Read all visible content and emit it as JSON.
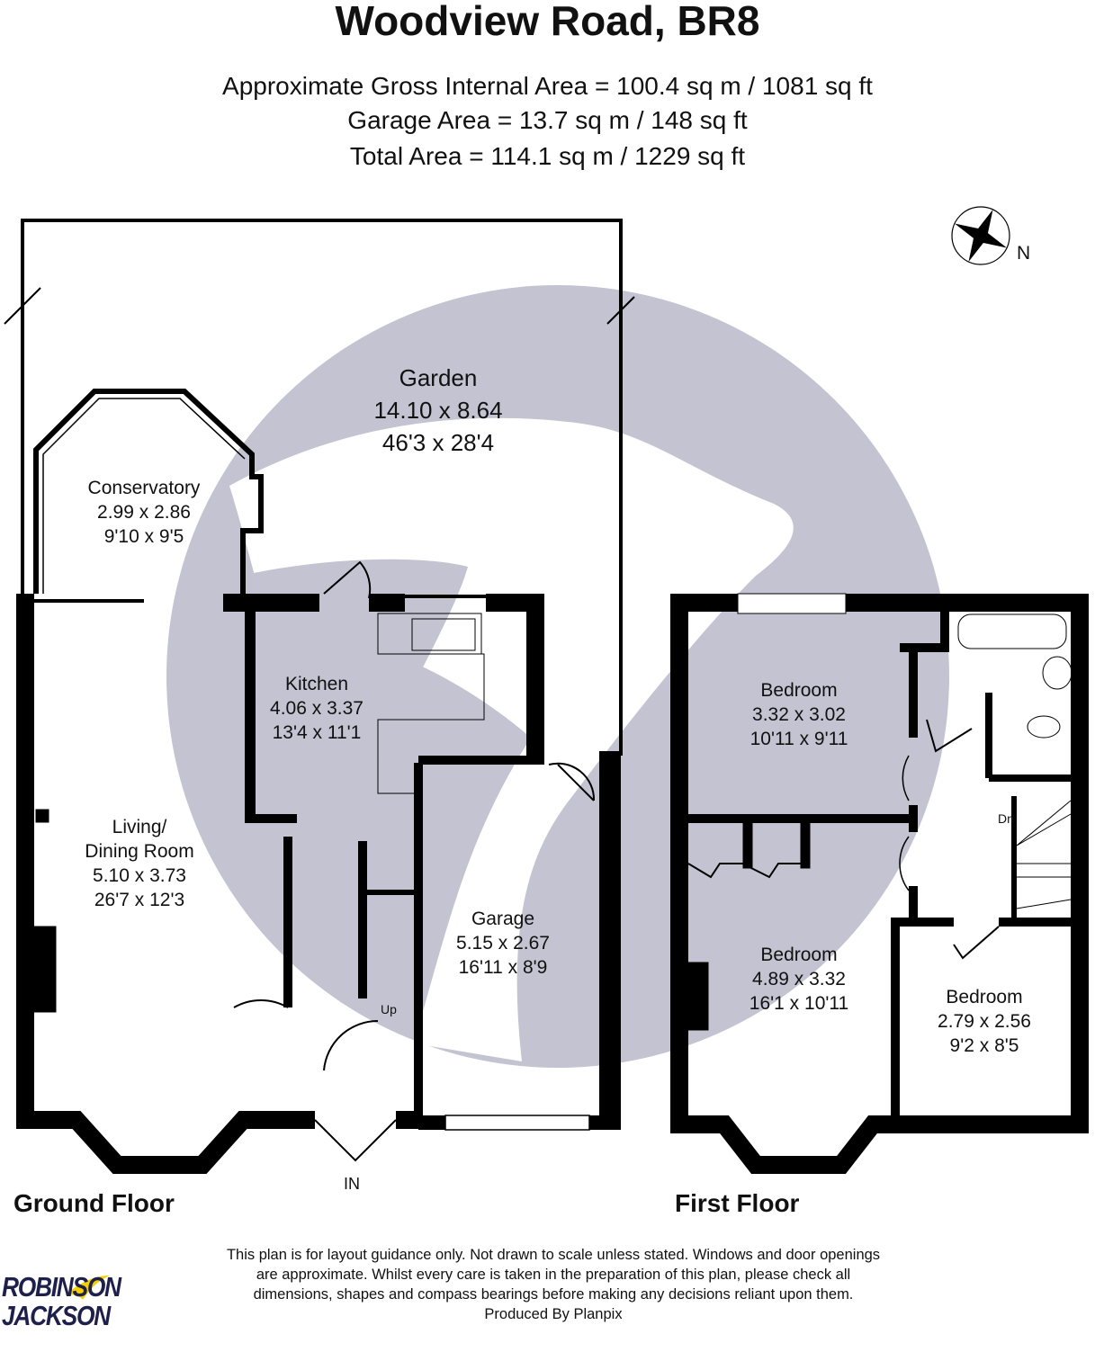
{
  "header": {
    "title": "Woodview Road, BR8",
    "areas": [
      "Approximate Gross Internal Area = 100.4 sq m / 1081 sq ft",
      "Garage Area = 13.7 sq m / 148 sq ft",
      "Total Area = 114.1 sq m / 1229 sq ft"
    ]
  },
  "compass": {
    "label": "N"
  },
  "ground_floor": {
    "label": "Ground Floor",
    "entrance": "IN",
    "stairs": "Up",
    "rooms": [
      {
        "name": "Garden",
        "metric": "14.10 x 8.64",
        "imperial": "46'3 x 28'4"
      },
      {
        "name": "Conservatory",
        "metric": "2.99 x 2.86",
        "imperial": "9'10 x 9'5"
      },
      {
        "name": "Kitchen",
        "metric": "4.06 x 3.37",
        "imperial": "13'4 x 11'1"
      },
      {
        "name": "Living/",
        "name2": "Dining Room",
        "metric": "5.10 x 3.73",
        "imperial": "26'7 x 12'3"
      },
      {
        "name": "Garage",
        "metric": "5.15 x 2.67",
        "imperial": "16'11 x 8'9"
      }
    ]
  },
  "first_floor": {
    "label": "First Floor",
    "stairs": "Dn",
    "rooms": [
      {
        "name": "Bedroom",
        "metric": "3.32 x 3.02",
        "imperial": "10'11 x 9'11"
      },
      {
        "name": "Bedroom",
        "metric": "4.89 x 3.32",
        "imperial": "16'1 x 10'11"
      },
      {
        "name": "Bedroom",
        "metric": "2.79 x 2.56",
        "imperial": "9'2 x 8'5"
      }
    ]
  },
  "footer": {
    "disclaimer": [
      "This plan is for layout guidance only. Not drawn to scale unless stated. Windows and door openings",
      "are approximate. Whilst every care is taken in the preparation of this plan, please check all",
      "dimensions, shapes and compass bearings before making any decisions reliant upon them.",
      "Produced By Planpix"
    ],
    "logo": [
      "ROBINSON",
      "JACKSON"
    ]
  },
  "colors": {
    "wall": "#000000",
    "watermark": "#c3c3d1",
    "logo_navy": "#1e1f4b",
    "logo_yellow": "#f5d000"
  }
}
